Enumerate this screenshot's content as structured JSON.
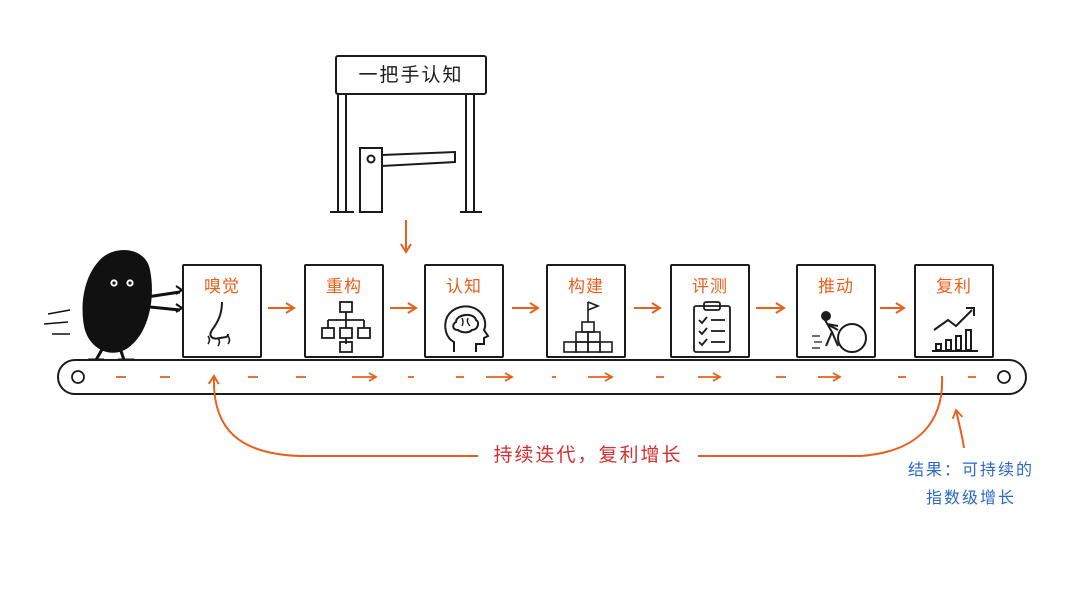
{
  "gate": {
    "title": "一把手认知"
  },
  "stages": [
    {
      "label": "嗅觉",
      "icon": "nose-sniff-icon"
    },
    {
      "label": "重构",
      "icon": "org-chart-icon"
    },
    {
      "label": "认知",
      "icon": "head-brain-icon"
    },
    {
      "label": "构建",
      "icon": "block-pyramid-flag-icon"
    },
    {
      "label": "评测",
      "icon": "clipboard-checklist-icon"
    },
    {
      "label": "推动",
      "icon": "person-pushing-ball-icon"
    },
    {
      "label": "复利",
      "icon": "growth-bar-chart-icon"
    }
  ],
  "loop": {
    "label": "持续迭代，复利增长"
  },
  "result": {
    "line1": "结果：可持续的",
    "line2": "指数级增长"
  },
  "colors": {
    "accent": "#e8601c",
    "loop_text": "#d62d2d",
    "result_text": "#2a67c9",
    "ink": "#1b1b1b"
  }
}
